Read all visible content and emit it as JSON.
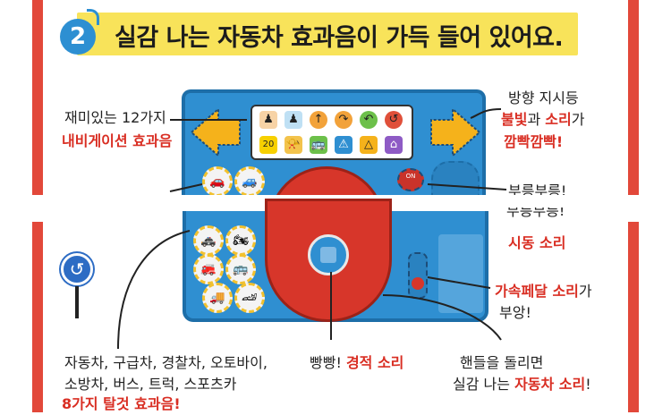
{
  "header": {
    "step_number": "2",
    "title": "실감 나는 자동차 효과음이 가득 들어 있어요."
  },
  "labels": {
    "navigation": {
      "line1": "재미있는 12가지",
      "line2": "내비게이션 효과음"
    },
    "turn_signal": {
      "line1": "방향 지시등",
      "line2a": "불빛",
      "line2b": "과 ",
      "line2c": "소리",
      "line2d": "가",
      "line3": "깜빡깜빡!"
    },
    "engine_top": {
      "text": "부릉부릉!"
    },
    "engine_bottom": {
      "partial": "부릉부릉!",
      "text": "시동 소리"
    },
    "accelerator": {
      "red": "가속페달 소리",
      "rest": "가",
      "line2": "부앙!"
    },
    "vehicles": {
      "line1": "자동차, 구급차, 경찰차, 오토바이,",
      "line2": "소방차, 버스, 트럭, 스포츠카",
      "line3": "8가지 탈것 효과음!"
    },
    "horn": {
      "prefix": "빵빵! ",
      "red": "경적 소리"
    },
    "steering": {
      "line1": "핸들을 돌리면",
      "line2a": "실감 나는 ",
      "line2b": "자동차 소리",
      "line2c": "!"
    }
  },
  "device": {
    "nav_icons": [
      "♟",
      "♟",
      "↑",
      "↷",
      "↶",
      "↺",
      "20",
      "📯",
      "🚌",
      "⚠",
      "△",
      "⌂"
    ],
    "car_buttons_top": [
      "🚗",
      "🚙"
    ],
    "car_buttons_bottom": [
      "🚓",
      "🏍",
      "🚒",
      "🚌",
      "🚚",
      "🏎"
    ],
    "start_label": "ON"
  },
  "colors": {
    "accent_red": "#d92e23",
    "device_blue": "#2f8fd1",
    "title_yellow": "#f8e35a",
    "step_blue": "#2d8fd2"
  }
}
